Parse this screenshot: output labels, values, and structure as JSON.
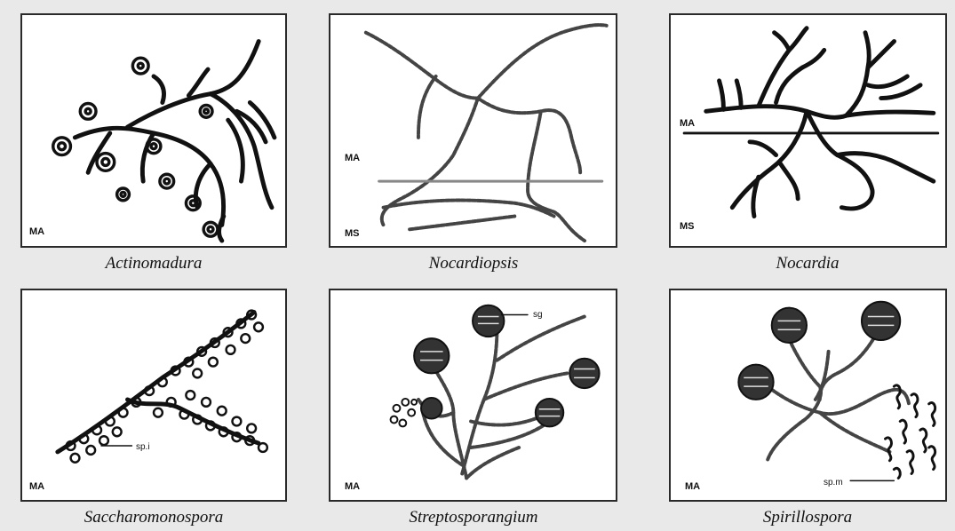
{
  "panels": [
    {
      "caption": "Actinomadura",
      "labels": {
        "bottom": "MA"
      }
    },
    {
      "caption": "Nocardiopsis",
      "labels": {
        "upper": "MA",
        "lower": "MS"
      }
    },
    {
      "caption": "Nocardia",
      "labels": {
        "upper": "MA",
        "lower": "MS"
      }
    },
    {
      "caption": "Saccharomonospora",
      "labels": {
        "bottom": "MA",
        "pointer": "sp.i"
      }
    },
    {
      "caption": "Streptosporangium",
      "labels": {
        "bottom": "MA",
        "pointer": "sg"
      }
    },
    {
      "caption": "Spirillospora",
      "labels": {
        "bottom": "MA",
        "pointer": "sp.m"
      }
    }
  ]
}
